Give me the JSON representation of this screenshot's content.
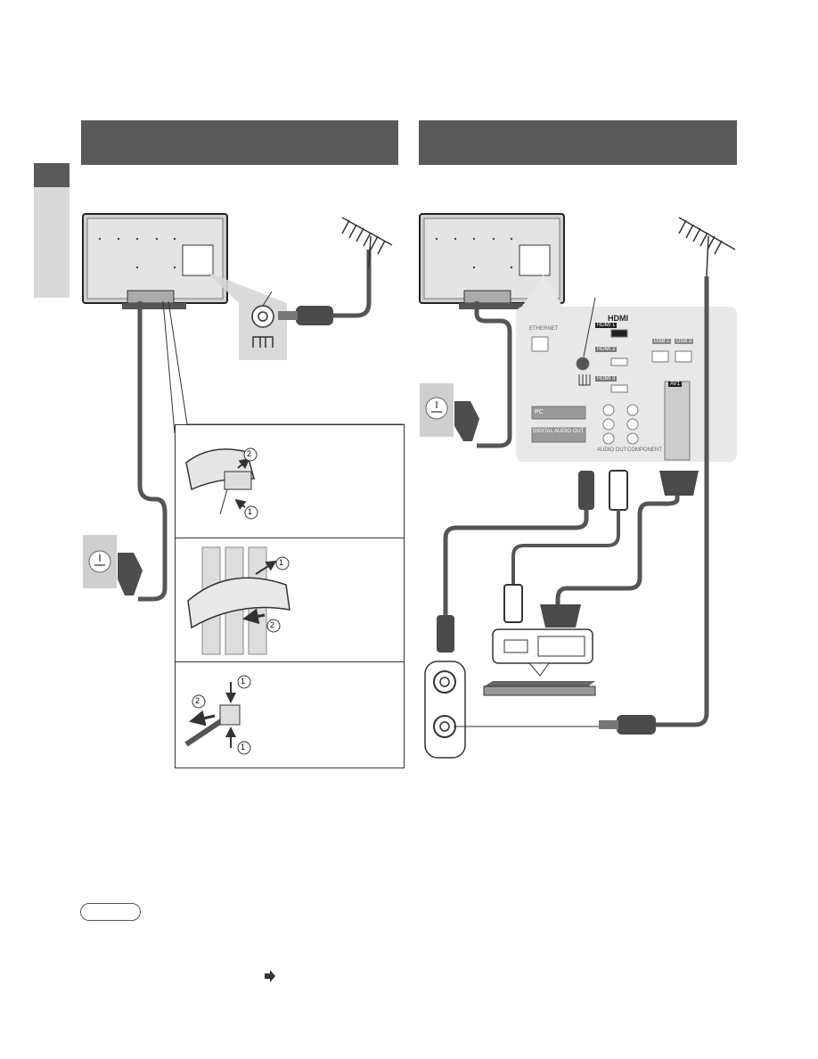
{
  "colors": {
    "header": "#595959",
    "side_tab_dark": "#595959",
    "side_tab_light": "#d9d9d9",
    "cable": "#555555",
    "plug_panel": "#cfcfcf",
    "jack_panel": "#e8e8e8",
    "arrow": "#333333"
  },
  "left_section": {
    "header_text": "",
    "tv_rear_icon": "tv-rear-panel",
    "aerial_icon": "aerial-antenna",
    "socket_icon": "rf-aerial-socket",
    "mains_plug_icon": "mains-plug"
  },
  "right_section": {
    "header_text": "",
    "jack_labels": {
      "hdmi_logo": "HDMI",
      "hdmi1": "HDMI 1",
      "hdmi2": "HDMI 2",
      "hdmi3": "HDMI 3",
      "ethernet": "ETHERNET",
      "usb1": "USB 1",
      "usb2": "USB 2",
      "pc": "PC",
      "digital_audio_out": "DIGITAL AUDIO OUT",
      "audio_out": "AUDIO OUT",
      "component": "COMPONENT",
      "av1": "AV1"
    }
  },
  "tie_steps": {
    "panel1": [
      "2",
      "1"
    ],
    "panel2": [
      "1",
      "2"
    ],
    "panel3": [
      "1",
      "2",
      "1"
    ]
  },
  "note": {
    "label": ""
  }
}
